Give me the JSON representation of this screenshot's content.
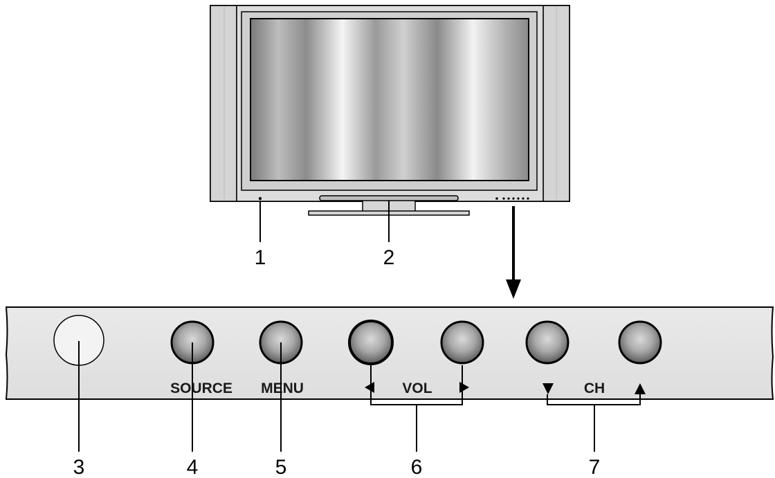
{
  "callouts": {
    "c1": "1",
    "c2": "2",
    "c3": "3",
    "c4": "4",
    "c5": "5",
    "c6": "6",
    "c7": "7"
  },
  "panel": {
    "source_label": "SOURCE",
    "menu_label": "MENU",
    "vol_label": "VOL",
    "ch_label": "CH"
  },
  "colors": {
    "outline": "#000000",
    "bezel": "#d8d8d8",
    "panel_fill": "#e4e4e4",
    "sensor_fill": "#f2f2f2",
    "knob_dark": "#555555"
  }
}
